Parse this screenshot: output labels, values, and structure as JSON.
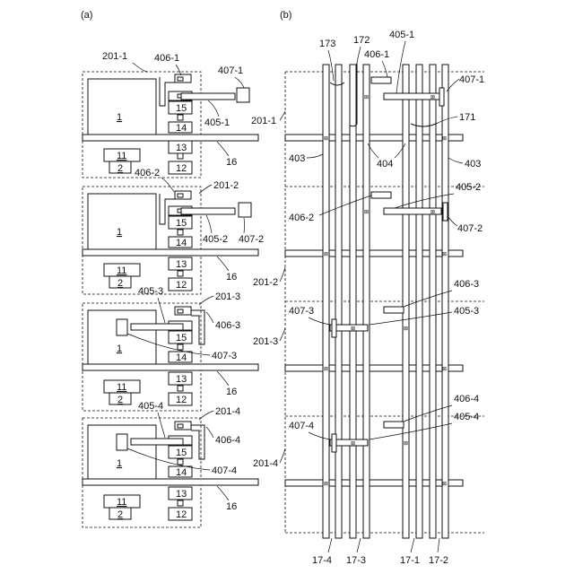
{
  "panel_a": {
    "label": "(a)",
    "blocks": [
      {
        "id": "201-1",
        "l406": "406-1",
        "l407": "407-1",
        "l405": "405-1",
        "big": "1",
        "b11": "11",
        "b2": "2",
        "b15": "15",
        "b14": "14",
        "b13": "13",
        "b12": "12",
        "b16": "16",
        "pad": "2"
      },
      {
        "id": "201-2",
        "l406": "406-2",
        "l407": "407-2",
        "l405": "405-2",
        "big": "1",
        "b11": "11",
        "b2": "2",
        "b15": "15",
        "b14": "14",
        "b13": "13",
        "b12": "12",
        "b16": "16",
        "pad": "2"
      },
      {
        "id": "201-3",
        "l406": "406-3",
        "l407": "407-3",
        "l405": "405-3",
        "big": "1",
        "b11": "11",
        "b2": "2",
        "b15": "15",
        "b14": "14",
        "b13": "13",
        "b12": "12",
        "b16": "16",
        "pad": "2"
      },
      {
        "id": "201-4",
        "l406": "406-4",
        "l407": "407-4",
        "l405": "405-4",
        "big": "1",
        "b11": "11",
        "b2": "2",
        "b15": "15",
        "b14": "14",
        "b13": "13",
        "b12": "12",
        "b16": "16",
        "pad": "2"
      }
    ]
  },
  "panel_b": {
    "label": "(b)",
    "top": {
      "l173": "173",
      "l172": "172",
      "l405": "405-1",
      "l406": "406-1",
      "l407": "407-1",
      "l171": "171",
      "l201": "201-1",
      "l403a": "403",
      "l404": "404",
      "l403b": "403"
    },
    "r2": {
      "l405": "405-2",
      "l406": "406-2",
      "l407": "407-2",
      "l201": "201-2"
    },
    "r3": {
      "l406": "406-3",
      "l405": "405-3",
      "l407": "407-3",
      "l201": "201-3"
    },
    "r4": {
      "l406": "406-4",
      "l405": "405-4",
      "l407": "407-4",
      "l201": "201-4"
    },
    "bottom": [
      "17-4",
      "17-3",
      "17-1",
      "17-2"
    ]
  }
}
